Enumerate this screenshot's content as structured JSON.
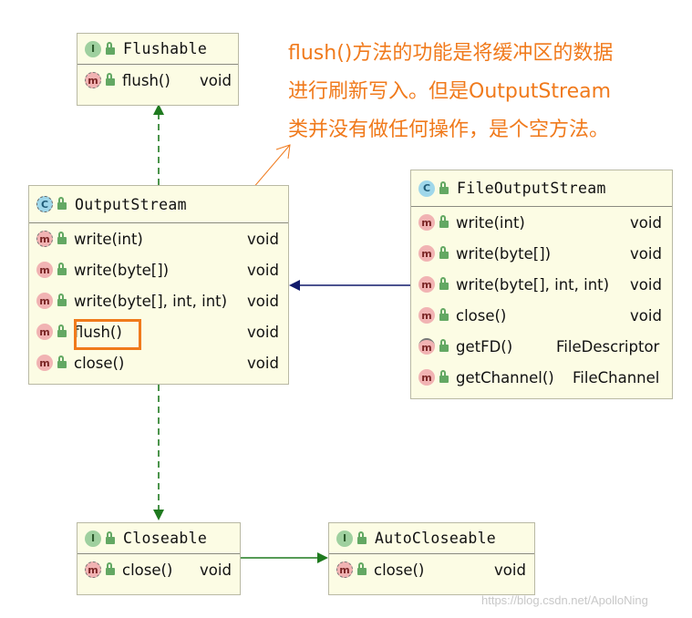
{
  "classes": {
    "flushable": {
      "kind": "I",
      "name": "Flushable",
      "methods": [
        {
          "badge": "m",
          "name": "flush()",
          "type": "void",
          "abstract": true
        }
      ]
    },
    "outputstream": {
      "kind": "C",
      "name": "OutputStream",
      "methods": [
        {
          "badge": "m",
          "name": "write(int)",
          "type": "void",
          "abstract": true
        },
        {
          "badge": "m",
          "name": "write(byte[])",
          "type": "void"
        },
        {
          "badge": "m",
          "name": "write(byte[], int, int)",
          "type": "void"
        },
        {
          "badge": "m",
          "name": "flush()",
          "type": "void"
        },
        {
          "badge": "m",
          "name": "close()",
          "type": "void"
        }
      ]
    },
    "fileoutputstream": {
      "kind": "C",
      "name": "FileOutputStream",
      "methods": [
        {
          "badge": "m",
          "name": "write(int)",
          "type": "void"
        },
        {
          "badge": "m",
          "name": "write(byte[])",
          "type": "void"
        },
        {
          "badge": "m",
          "name": "write(byte[], int, int)",
          "type": "void"
        },
        {
          "badge": "m",
          "name": "close()",
          "type": "void"
        },
        {
          "badge": "m",
          "name": "getFD()",
          "type": "FileDescriptor"
        },
        {
          "badge": "m",
          "name": "getChannel()",
          "type": "FileChannel"
        }
      ]
    },
    "closeable": {
      "kind": "I",
      "name": "Closeable",
      "methods": [
        {
          "badge": "m",
          "name": "close()",
          "type": "void",
          "abstract": true
        }
      ]
    },
    "autocloseable": {
      "kind": "I",
      "name": "AutoCloseable",
      "methods": [
        {
          "badge": "m",
          "name": "close()",
          "type": "void",
          "abstract": true
        }
      ]
    }
  },
  "annotation": {
    "lines": [
      "flush()方法的功能是将缓冲区的数据",
      "进行刷新写入。但是OutputStream",
      "类并没有做任何操作，是个空方法。"
    ],
    "color": "#f07a1c"
  },
  "colors": {
    "interface_arrow": "#1f7a1f",
    "inherit_arrow": "#111a6b",
    "box_fill": "#fcfce4"
  },
  "watermark": "https://blog.csdn.net/ApolloNing"
}
